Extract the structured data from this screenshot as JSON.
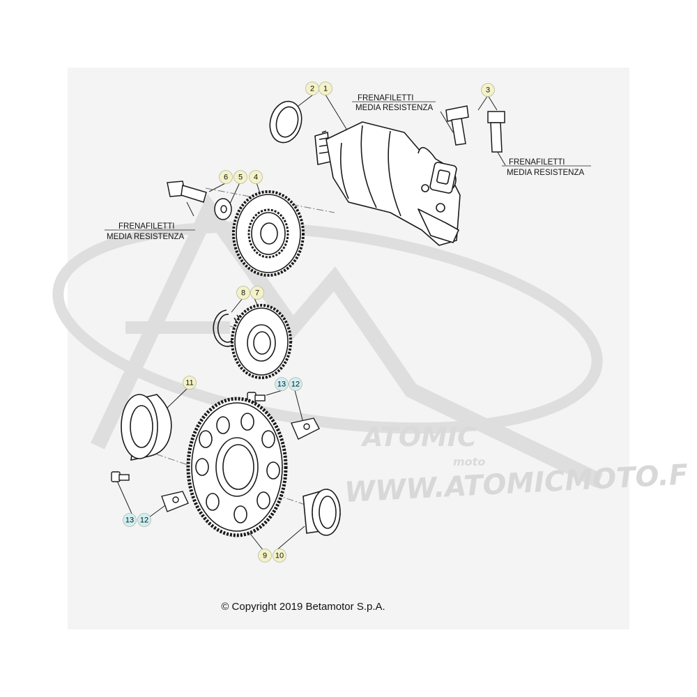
{
  "colors": {
    "background": "#f4f4f4",
    "callout_yellow": "#f3f2c8",
    "callout_cyan": "#cfeff3",
    "line": "#1a1a1a",
    "watermark": "#dcdcdc"
  },
  "callouts": [
    {
      "id": "c1",
      "text": "1",
      "color": "yellow"
    },
    {
      "id": "c2",
      "text": "2",
      "color": "yellow"
    },
    {
      "id": "c3",
      "text": "3",
      "color": "yellow"
    },
    {
      "id": "c4",
      "text": "4",
      "color": "yellow"
    },
    {
      "id": "c5",
      "text": "5",
      "color": "yellow"
    },
    {
      "id": "c6",
      "text": "6",
      "color": "yellow"
    },
    {
      "id": "c7",
      "text": "7",
      "color": "yellow"
    },
    {
      "id": "c8",
      "text": "8",
      "color": "yellow"
    },
    {
      "id": "c9",
      "text": "9",
      "color": "yellow"
    },
    {
      "id": "c10",
      "text": "10",
      "color": "yellow"
    },
    {
      "id": "c11",
      "text": "11",
      "color": "yellow"
    },
    {
      "id": "c12a",
      "text": "12",
      "color": "cyan"
    },
    {
      "id": "c13a",
      "text": "13",
      "color": "cyan"
    },
    {
      "id": "c12b",
      "text": "12",
      "color": "cyan"
    },
    {
      "id": "c13b",
      "text": "13",
      "color": "cyan"
    }
  ],
  "notes": {
    "top_line1": "FRENAFILETTI",
    "top_line2": "MEDIA RESISTENZA",
    "right_line1": "FRENAFILETTI",
    "right_line2": "MEDIA RESISTENZA",
    "left_line1": "FRENAFILETTI",
    "left_line2": "MEDIA RESISTENZA"
  },
  "watermark": {
    "brand": "ATOMIC",
    "sub": "moto",
    "url": "WWW.ATOMICMOTO.F"
  },
  "copyright": "© Copyright 2019 Betamotor S.p.A."
}
